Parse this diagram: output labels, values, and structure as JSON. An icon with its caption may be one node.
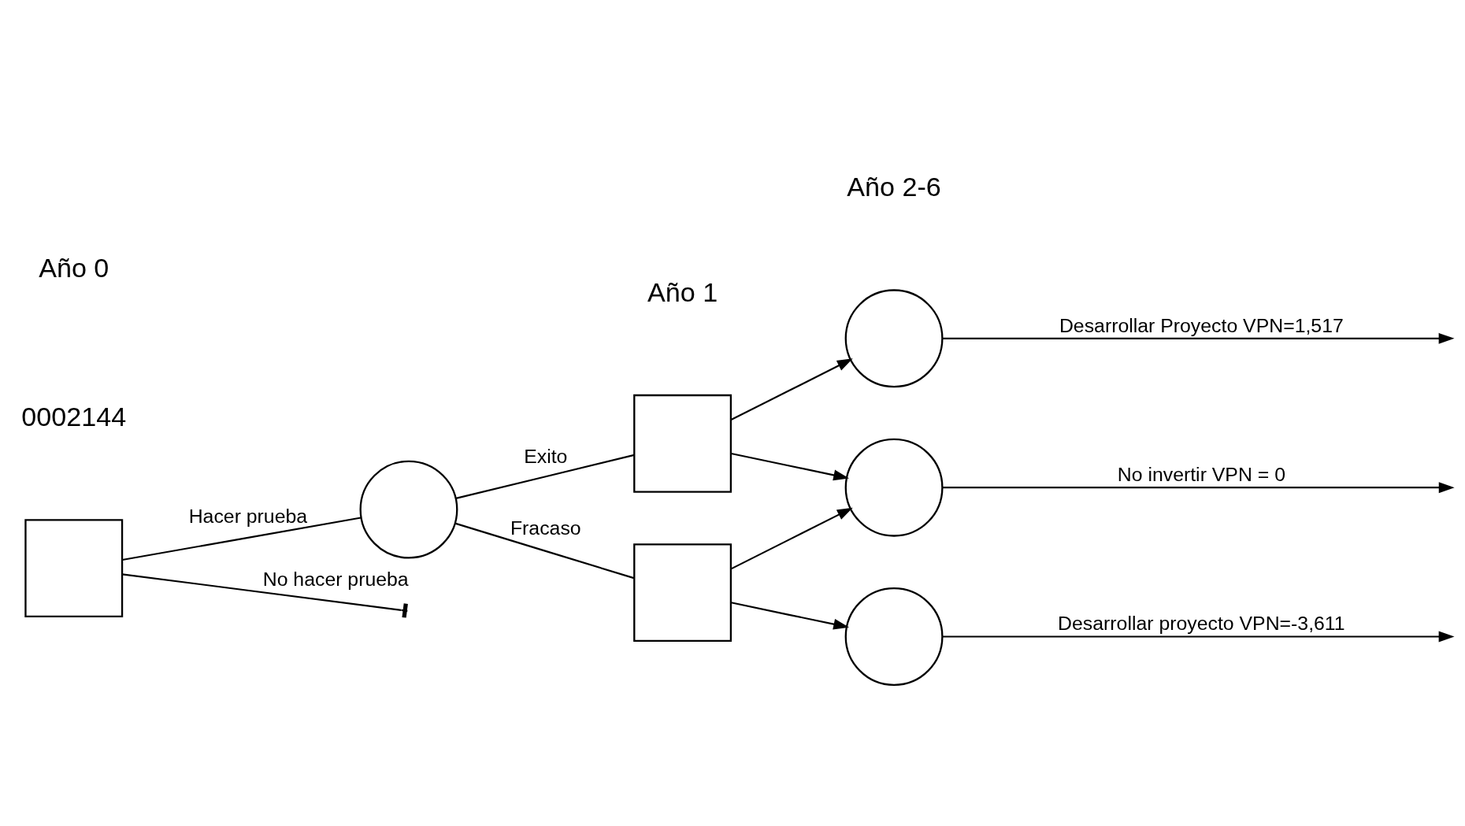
{
  "diagram": {
    "nodes": [
      {
        "text": [],
        "shape": "box"
      },
      {
        "text": [],
        "shape": "circle"
      },
      {
        "text": [],
        "shape": "box"
      },
      {
        "text": [],
        "shape": "box"
      },
      {
        "text": [],
        "shape": "circle"
      },
      {
        "text": [],
        "shape": "circle"
      },
      {
        "text": [],
        "shape": "circle"
      }
    ],
    "edges": [
      {
        "from": 0,
        "to": 1,
        "arrow": "none",
        "label": "Hacer prueba"
      },
      {
        "from": 0,
        "to": null,
        "arrow": "other",
        "label": "No hacer prueba"
      },
      {
        "from": 1,
        "to": 2,
        "arrow": "none",
        "label": "Exito"
      },
      {
        "from": 1,
        "to": 3,
        "arrow": "none",
        "label": "Fracaso"
      },
      {
        "from": 2,
        "to": 4,
        "arrow": "to"
      },
      {
        "from": 2,
        "to": 5,
        "arrow": "to"
      },
      {
        "from": 3,
        "to": 5,
        "arrow": "to"
      },
      {
        "from": 3,
        "to": 6,
        "arrow": "to"
      },
      {
        "from": 4,
        "to": null,
        "arrow": "to",
        "label": "Desarrollar Proyecto VPN=1,517"
      },
      {
        "from": 5,
        "to": null,
        "arrow": "to",
        "label": "No invertir VPN = 0"
      },
      {
        "from": 6,
        "to": null,
        "arrow": "to",
        "label": "Desarrollar proyecto VPN=-3,611"
      }
    ],
    "labels": [
      "0002144",
      "Año 0",
      "Año 1",
      "Año 2-6"
    ]
  }
}
